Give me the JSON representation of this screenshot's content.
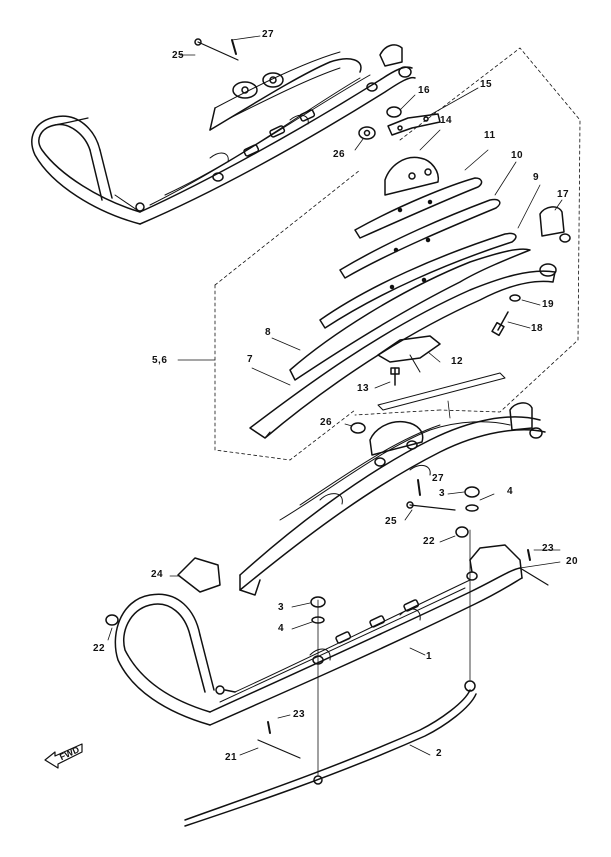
{
  "diagram": {
    "callouts": [
      {
        "id": "c27a",
        "text": "27"
      },
      {
        "id": "c25a",
        "text": "25"
      },
      {
        "id": "c16",
        "text": "16"
      },
      {
        "id": "c15",
        "text": "15"
      },
      {
        "id": "c26a",
        "text": "26"
      },
      {
        "id": "c14",
        "text": "14"
      },
      {
        "id": "c11",
        "text": "11"
      },
      {
        "id": "c10",
        "text": "10"
      },
      {
        "id": "c9",
        "text": "9"
      },
      {
        "id": "c17",
        "text": "17"
      },
      {
        "id": "c19",
        "text": "19"
      },
      {
        "id": "c18",
        "text": "18"
      },
      {
        "id": "c8",
        "text": "8"
      },
      {
        "id": "c56",
        "text": "5,6"
      },
      {
        "id": "c7",
        "text": "7"
      },
      {
        "id": "c12",
        "text": "12"
      },
      {
        "id": "c13",
        "text": "13"
      },
      {
        "id": "c26b",
        "text": "26"
      },
      {
        "id": "c27b",
        "text": "27"
      },
      {
        "id": "c3a",
        "text": "3"
      },
      {
        "id": "c4a",
        "text": "4"
      },
      {
        "id": "c25b",
        "text": "25"
      },
      {
        "id": "c22a",
        "text": "22"
      },
      {
        "id": "c23a",
        "text": "23"
      },
      {
        "id": "c20",
        "text": "20"
      },
      {
        "id": "c24",
        "text": "24"
      },
      {
        "id": "c3b",
        "text": "3"
      },
      {
        "id": "c4b",
        "text": "4"
      },
      {
        "id": "c22b",
        "text": "22"
      },
      {
        "id": "c1",
        "text": "1"
      },
      {
        "id": "c23b",
        "text": "23"
      },
      {
        "id": "c21",
        "text": "21"
      },
      {
        "id": "c2",
        "text": "2"
      }
    ],
    "direction_arrow_label": "FWD",
    "colors": {
      "ink": "#111111",
      "paper": "#ffffff"
    }
  }
}
